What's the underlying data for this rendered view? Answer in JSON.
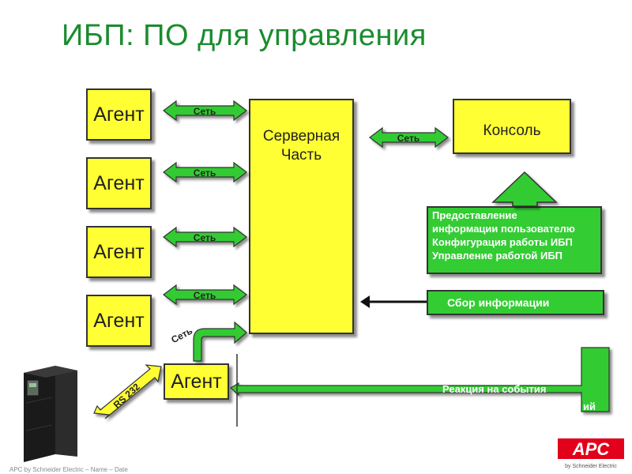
{
  "title": "ИБП: ПО для управления",
  "agent_label": "Агент",
  "server_line1": "Серверная",
  "server_line2": "Часть",
  "console_label": "Консоль",
  "network_label": "Сеть",
  "rs232_label": "RS 232",
  "info_lines": "Предоставление\nинформации пользователю\nКонфигурация работы ИБП\nУправление работой ИБП",
  "collect_label": "Сбор информации",
  "reaction_label": "Реакция на события",
  "reaction_overflow": "ий",
  "footer": "APC by Schneider Electric – Name – Date",
  "logo_text": "APC",
  "logo_sub": "by Schneider Electric",
  "colors": {
    "title": "#1a8c2e",
    "box_yellow": "#ffff33",
    "box_green": "#33cc33",
    "logo_red": "#e2001a"
  }
}
